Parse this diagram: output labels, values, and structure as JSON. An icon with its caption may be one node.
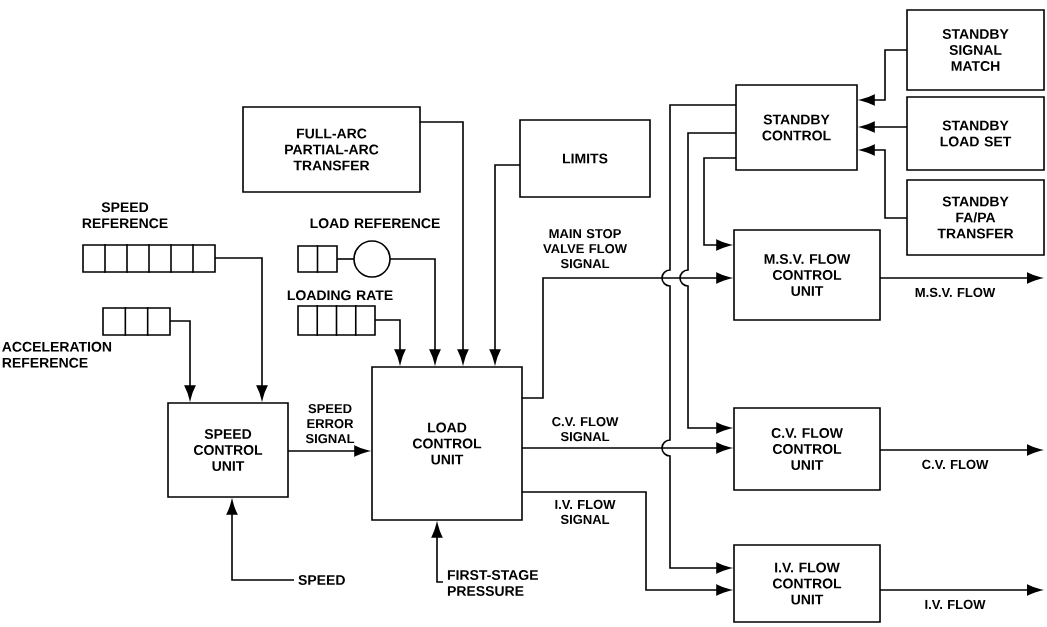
{
  "diagram": {
    "nodes": [
      {
        "text": [
          "SPEED REFERENCE"
        ]
      },
      {
        "text": [
          "ACCELERATION REFERENCE"
        ]
      },
      {
        "text": [
          "SPEED CONTROL UNIT"
        ]
      },
      {
        "text": [
          "FULL-ARC PARTIAL-ARC TRANSFER"
        ]
      },
      {
        "text": [
          "LOAD REFERENCE"
        ]
      },
      {
        "text": [],
        "shape": "circle"
      },
      {
        "text": [
          "LOADING RATE"
        ]
      },
      {
        "text": [
          "LIMITS"
        ]
      },
      {
        "text": [
          "LOAD CONTROL UNIT"
        ]
      },
      {
        "text": [
          "STANDBY CONTROL"
        ]
      },
      {
        "text": [
          "STANDBY SIGNAL MATCH"
        ]
      },
      {
        "text": [
          "STANDBY LOAD SET"
        ]
      },
      {
        "text": [
          "STANDBY FA/PA TRANSFER"
        ]
      },
      {
        "text": [
          "M.S.V. FLOW CONTROL UNIT"
        ]
      },
      {
        "text": [
          "C.V. FLOW CONTROL UNIT"
        ]
      },
      {
        "text": [
          "I.V. FLOW CONTROL UNIT"
        ]
      },
      {
        "text": [
          "SPEED"
        ]
      },
      {
        "text": [
          "FIRST-STAGE PRESSURE"
        ]
      }
    ],
    "edges": [
      {
        "from": 0,
        "to": 2,
        "arrow": "to"
      },
      {
        "from": 1,
        "to": 2,
        "arrow": "to"
      },
      {
        "from": 16,
        "to": 2,
        "arrow": "to"
      },
      {
        "from": 2,
        "to": 8,
        "arrow": "to",
        "label": "SPEED ERROR SIGNAL"
      },
      {
        "from": 3,
        "to": 8,
        "arrow": "to"
      },
      {
        "from": 4,
        "to": 5,
        "arrow": "none"
      },
      {
        "from": 5,
        "to": 8,
        "arrow": "to"
      },
      {
        "from": 6,
        "to": 8,
        "arrow": "to"
      },
      {
        "from": 7,
        "to": 8,
        "arrow": "to"
      },
      {
        "from": 17,
        "to": 8,
        "arrow": "to"
      },
      {
        "from": 8,
        "to": 13,
        "arrow": "to",
        "label": "MAIN STOP VALVE FLOW SIGNAL"
      },
      {
        "from": 8,
        "to": 14,
        "arrow": "to",
        "label": "C.V. FLOW SIGNAL"
      },
      {
        "from": 8,
        "to": 15,
        "arrow": "to",
        "label": "I.V. FLOW SIGNAL"
      },
      {
        "from": 10,
        "to": 9,
        "arrow": "to"
      },
      {
        "from": 11,
        "to": 9,
        "arrow": "to"
      },
      {
        "from": 12,
        "to": 9,
        "arrow": "to"
      },
      {
        "from": 9,
        "to": 13,
        "arrow": "to"
      },
      {
        "from": 9,
        "to": 14,
        "arrow": "to"
      },
      {
        "from": 9,
        "to": 15,
        "arrow": "to"
      },
      {
        "from": 13,
        "to": null,
        "arrow": "to",
        "label": "M.S.V. FLOW"
      },
      {
        "from": 14,
        "to": null,
        "arrow": "to",
        "label": "C.V. FLOW"
      },
      {
        "from": 15,
        "to": null,
        "arrow": "to",
        "label": "I.V. FLOW"
      }
    ]
  }
}
